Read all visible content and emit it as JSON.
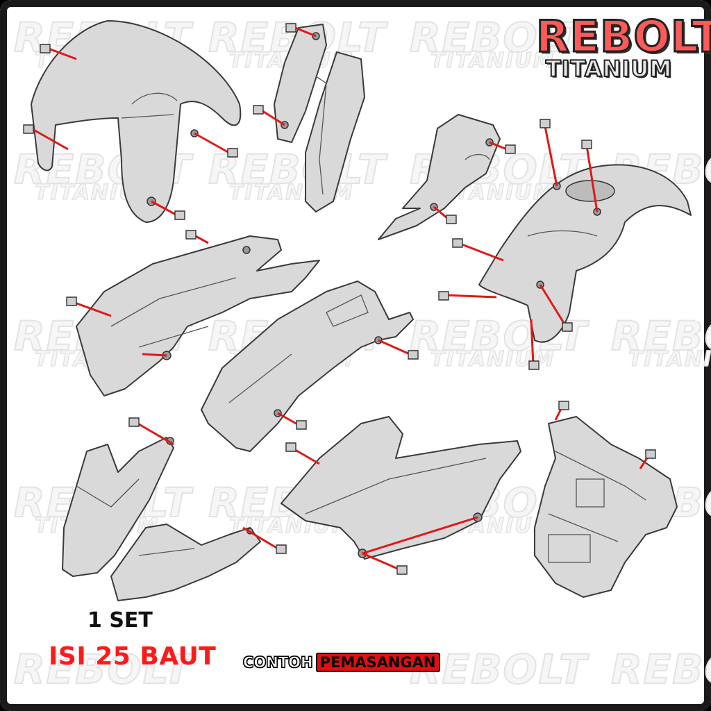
{
  "brand": {
    "name": "REBOLT",
    "subtitle": "TITANIUM"
  },
  "watermark": {
    "line1": "REBOLT",
    "line2": "TITANIUM"
  },
  "caption": {
    "set": "1 SET",
    "bolt_count": "ISI 25 BAUT",
    "example_word1": "CONTOH",
    "example_word2": "PEMASANGAN"
  },
  "colors": {
    "accent": "#e01818",
    "part_fill": "#d9d9d9",
    "outline": "#3a3a3a"
  }
}
